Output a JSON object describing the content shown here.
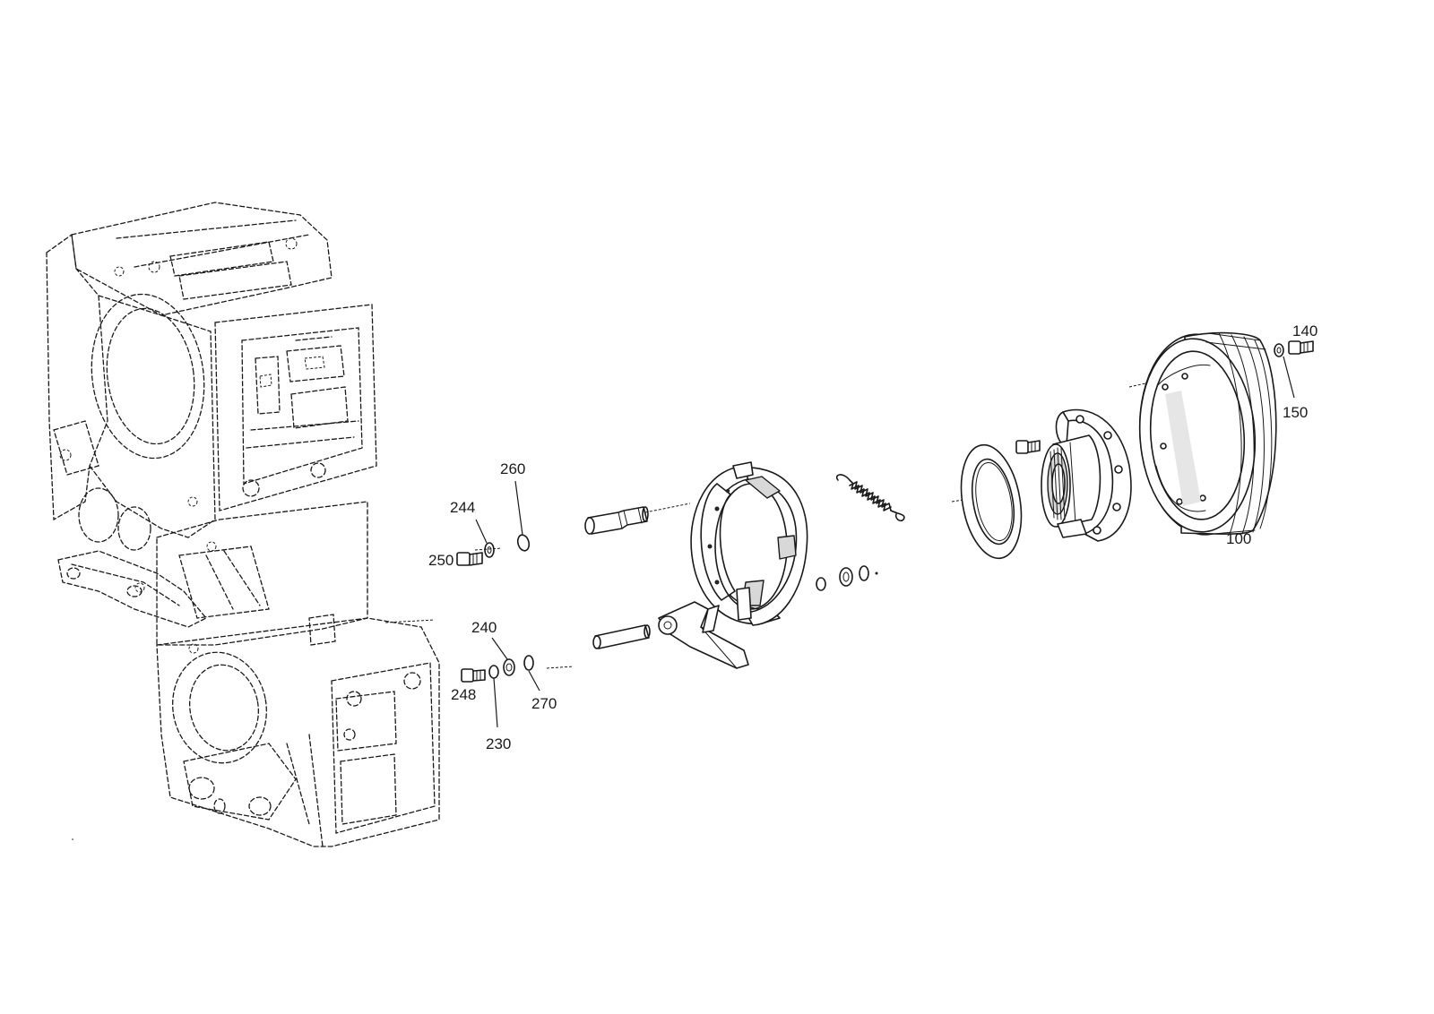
{
  "callouts": [
    {
      "id": "c100",
      "text": "100"
    },
    {
      "id": "c140",
      "text": "140"
    },
    {
      "id": "c150",
      "text": "150"
    },
    {
      "id": "c230",
      "text": "230"
    },
    {
      "id": "c240",
      "text": "240"
    },
    {
      "id": "c244",
      "text": "244"
    },
    {
      "id": "c248",
      "text": "248"
    },
    {
      "id": "c250",
      "text": "250"
    },
    {
      "id": "c260",
      "text": "260"
    },
    {
      "id": "c270",
      "text": "270"
    }
  ],
  "colors": {
    "ink": "#1a1a1a",
    "background": "#ffffff"
  }
}
